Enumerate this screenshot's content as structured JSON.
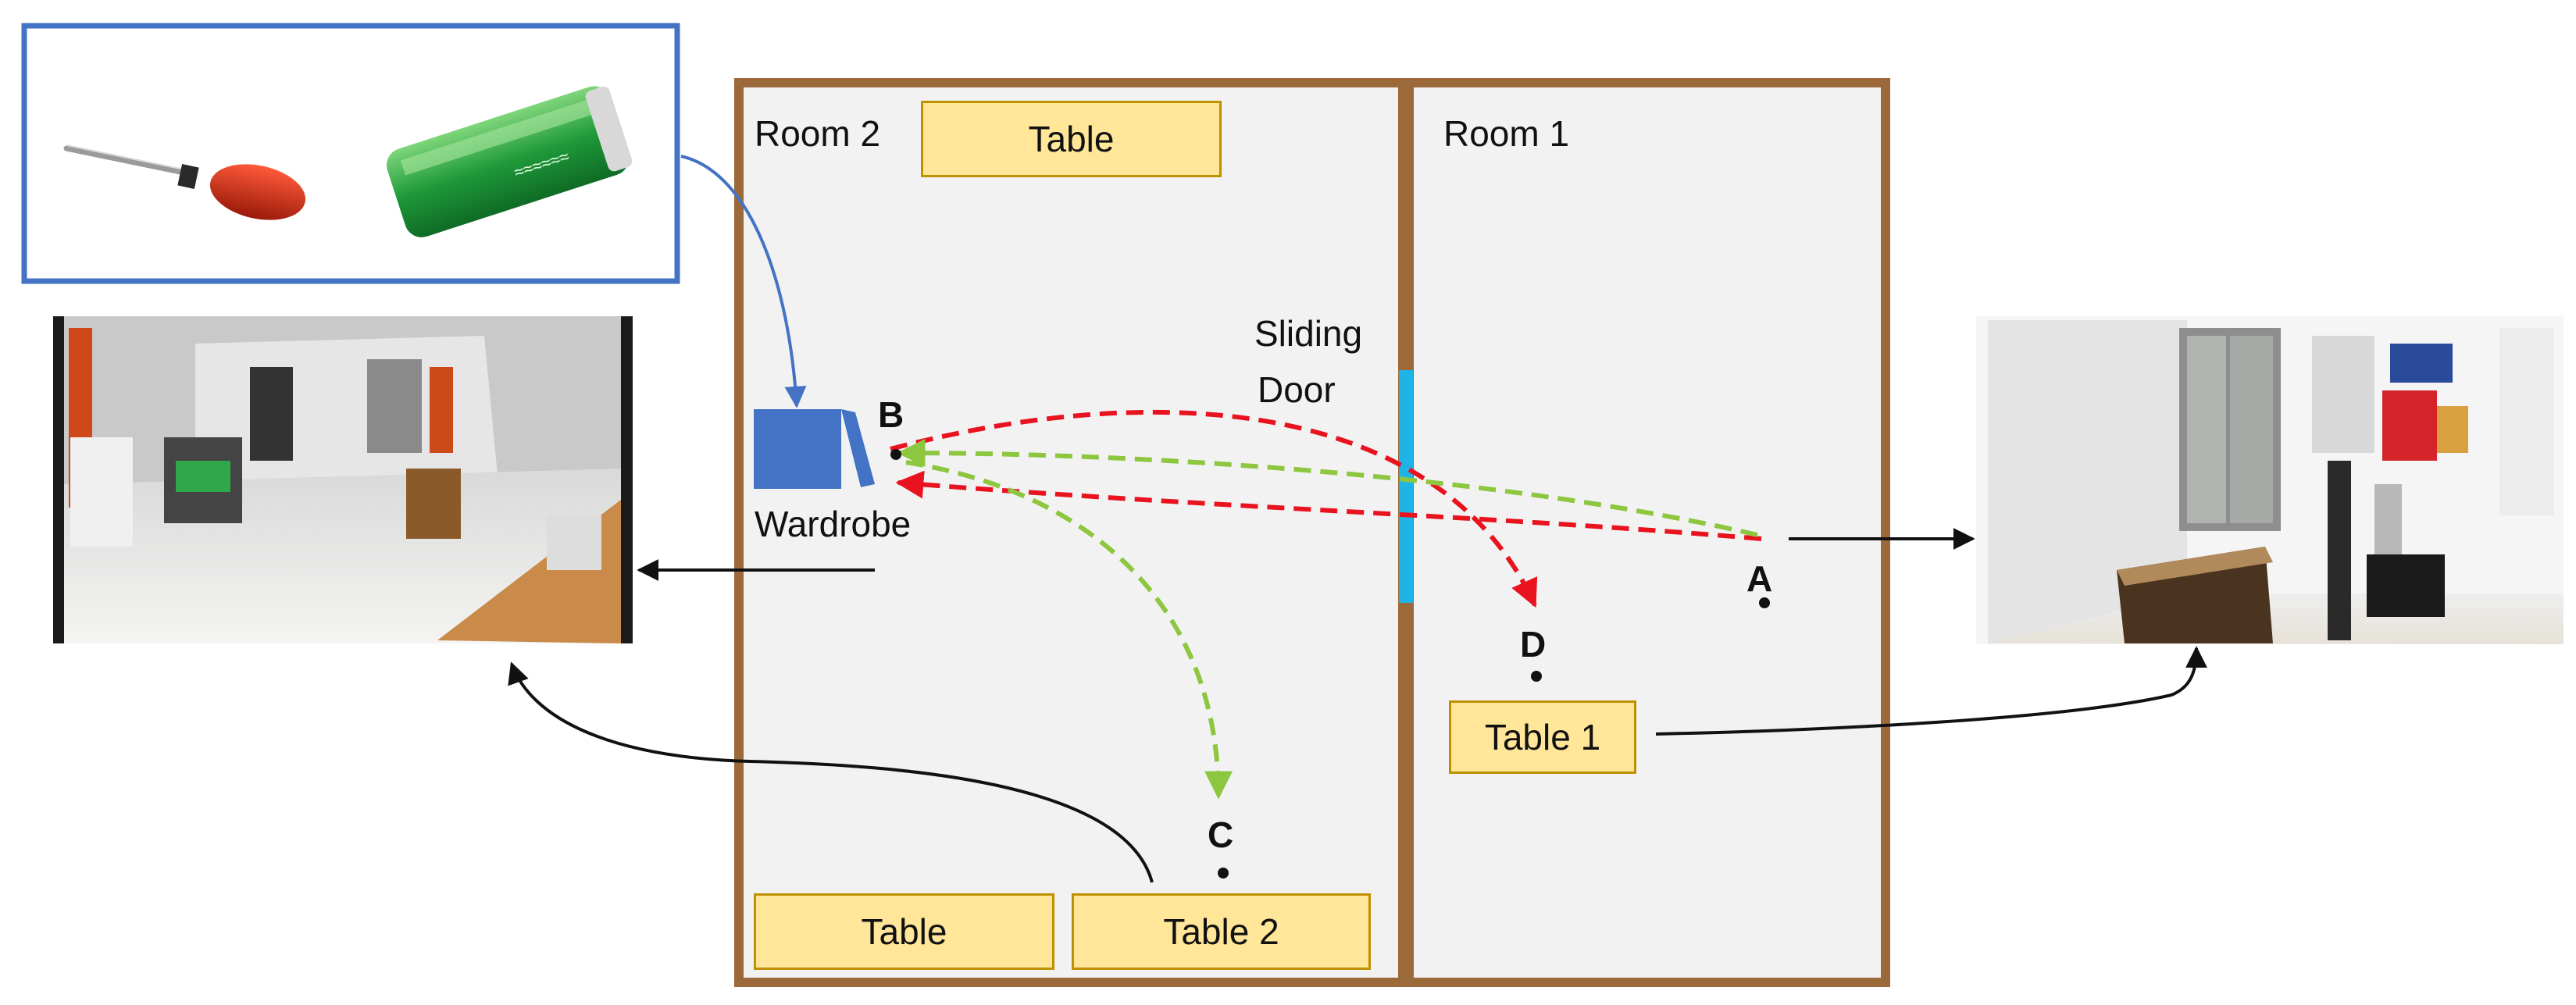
{
  "rooms": {
    "room2": "Room 2",
    "room1": "Room 1"
  },
  "furniture": {
    "table_top": "Table",
    "table_bottom_left": "Table",
    "table_2": "Table 2",
    "table_1": "Table 1",
    "wardrobe": "Wardrobe",
    "sliding_door": [
      "Sliding",
      "Door"
    ]
  },
  "waypoints": {
    "a": "A",
    "b": "B",
    "c": "C",
    "d": "D"
  },
  "colors": {
    "wall": "#9c6a3a",
    "floor": "#f2f2f2",
    "door": "#1fb4e8",
    "table_fill": "#ffe699",
    "table_border": "#bf9000",
    "wardrobe": "#4472c4",
    "path_red": "#e8131f",
    "path_green": "#8dc63f",
    "inset_border": "#4472c4"
  },
  "icons": {
    "objects_inset": [
      "screwdriver-icon",
      "spray-can-icon"
    ],
    "photos": [
      "lab-photo-room2",
      "lab-photo-room1"
    ]
  }
}
